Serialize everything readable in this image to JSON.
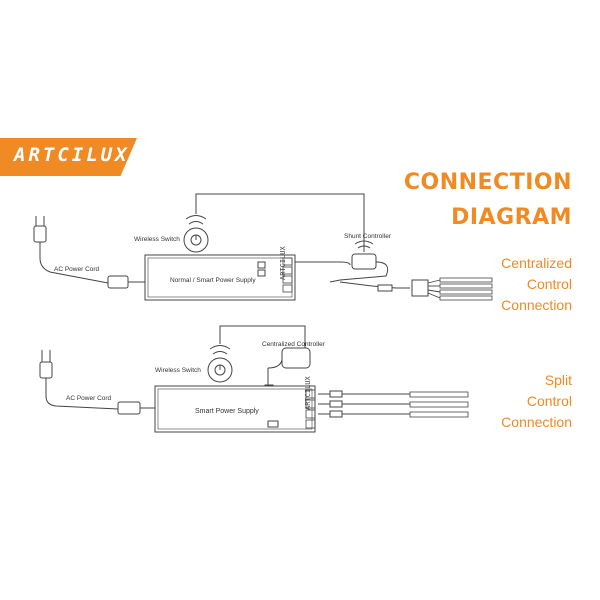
{
  "logo": "ARTCILUX",
  "title": {
    "line1": "CONNECTION",
    "line2": "DIAGRAM"
  },
  "section1": {
    "label": [
      "Centralized",
      "Control",
      "Connection"
    ],
    "wireless_switch": "Wireless Switch",
    "power_cord": "AC Power Cord",
    "power_supply": "Normal / Smart Power Supply",
    "shunt_controller": "Shunt Controller"
  },
  "section2": {
    "label": [
      "Split",
      "Control",
      "Connection"
    ],
    "wireless_switch": "Wireless Switch",
    "power_cord": "AC Power Cord",
    "power_supply": "Smart Power Supply",
    "centralized_controller": "Centralized Controller"
  },
  "colors": {
    "accent": "#f08a24",
    "line": "#444444"
  }
}
